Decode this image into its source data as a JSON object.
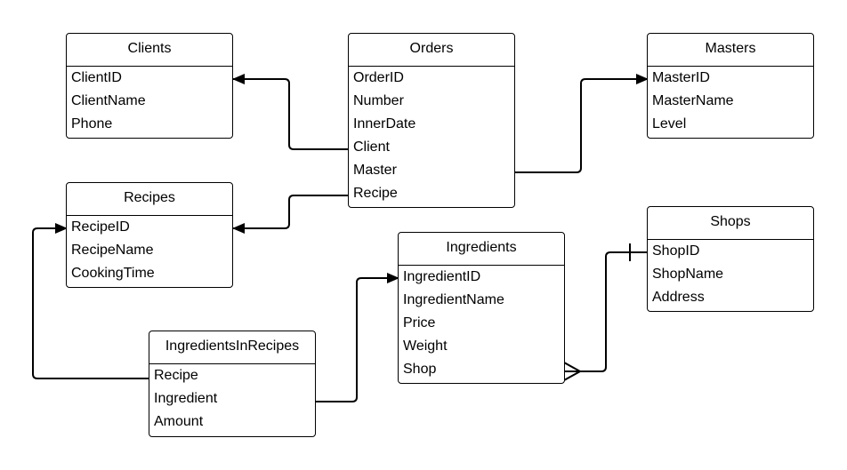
{
  "entities": {
    "clients": {
      "title": "Clients",
      "fields": [
        "ClientID",
        "ClientName",
        "Phone"
      ]
    },
    "orders": {
      "title": "Orders",
      "fields": [
        "OrderID",
        "Number",
        "InnerDate",
        "Client",
        "Master",
        "Recipe"
      ]
    },
    "masters": {
      "title": "Masters",
      "fields": [
        "MasterID",
        "MasterName",
        "Level"
      ]
    },
    "recipes": {
      "title": "Recipes",
      "fields": [
        "RecipeID",
        "RecipeName",
        "CookingTime"
      ]
    },
    "shops": {
      "title": "Shops",
      "fields": [
        "ShopID",
        "ShopName",
        "Address"
      ]
    },
    "ingredients": {
      "title": "Ingredients",
      "fields": [
        "IngredientID",
        "IngredientName",
        "Price",
        "Weight",
        "Shop"
      ]
    },
    "ingredients_in_recipes": {
      "title": "IngredientsInRecipes",
      "fields": [
        "Recipe",
        "Ingredient",
        "Amount"
      ]
    }
  }
}
